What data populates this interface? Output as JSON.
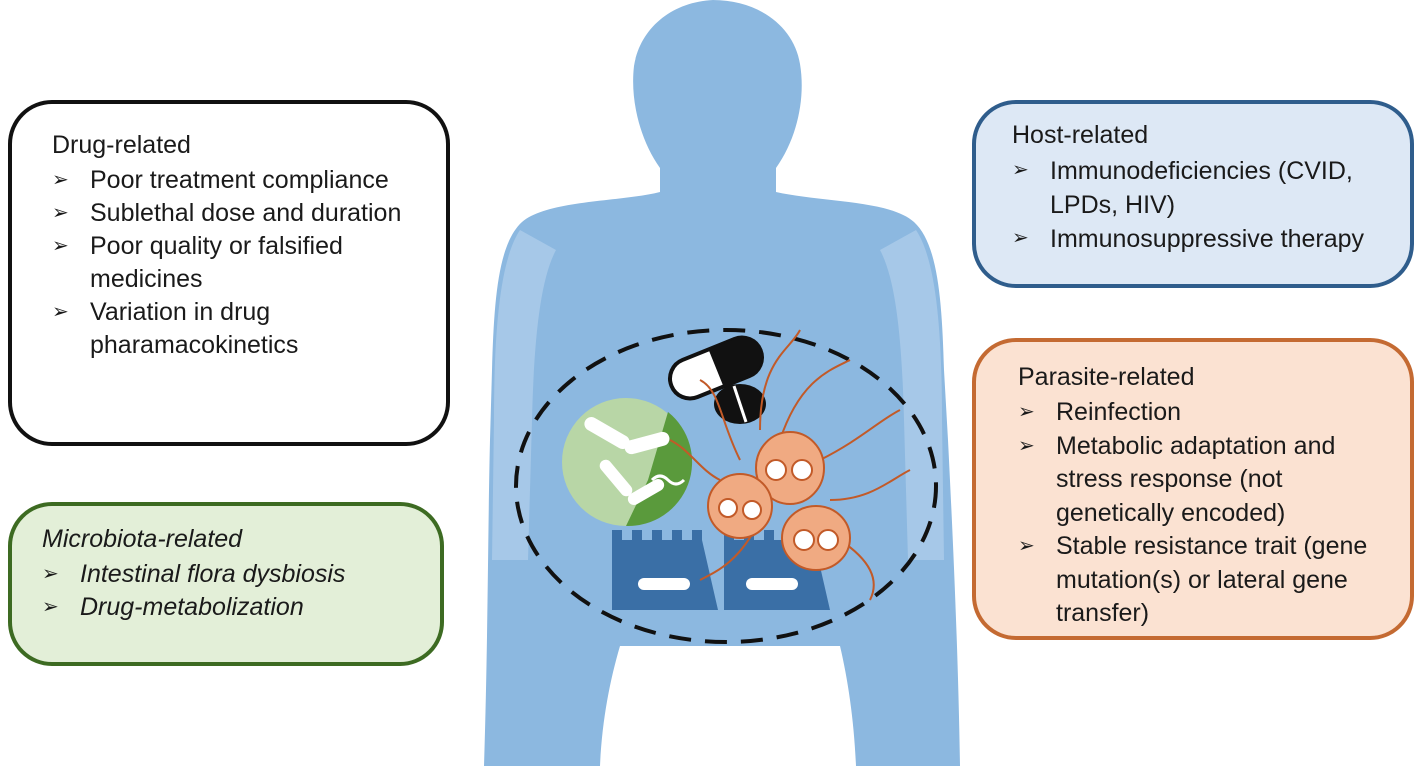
{
  "drug_related": {
    "title": "Drug-related",
    "items": [
      "Poor treatment compliance",
      "Sublethal dose and duration",
      "Poor quality or falsified medicines",
      "Variation in drug pharamacokinetics"
    ]
  },
  "microbiota_related": {
    "title": "Microbiota-related",
    "items": [
      "Intestinal flora dysbiosis",
      "Drug-metabolization"
    ]
  },
  "host_related": {
    "title": "Host-related",
    "items": [
      "Immunodeficiencies (CVID, LPDs, HIV)",
      "Immunosuppressive therapy"
    ]
  },
  "parasite_related": {
    "title": "Parasite-related",
    "items": [
      "Reinfection",
      "Metabolic adaptation and stress response (not genetically encoded)",
      "Stable resistance trait (gene mutation(s) or lateral gene transfer)"
    ]
  },
  "bullet_symbol": "➢",
  "colors": {
    "body_silhouette": "#8cb8e0",
    "microbiota_border": "#3d6b22",
    "microbiota_fill": "#e3efd8",
    "host_border": "#2f5d8c",
    "host_fill": "#dde8f5",
    "parasite_border": "#c46a32",
    "parasite_fill": "#fbe2d2",
    "giardia": "#f0aa82",
    "epithelium": "#3a6fa6",
    "bacteria_circle": "#5a9a3c"
  }
}
